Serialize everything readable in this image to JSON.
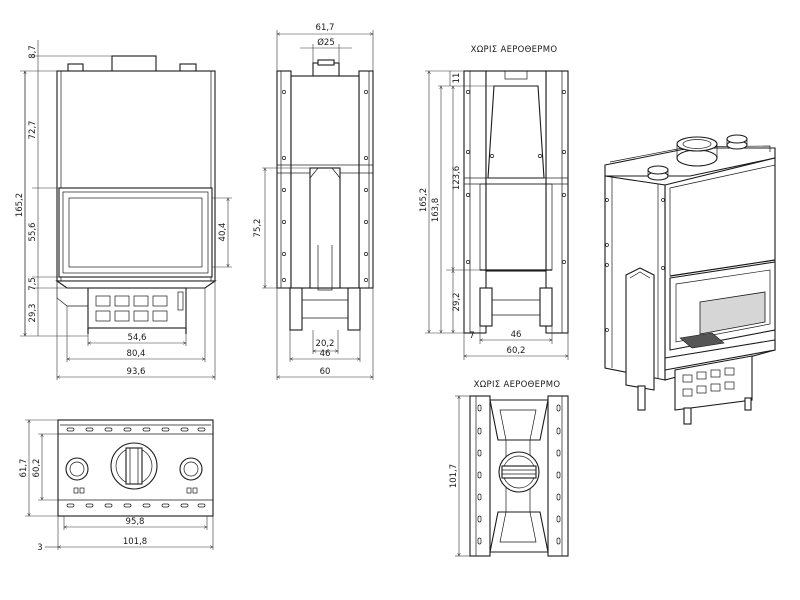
{
  "captions": {
    "no_heater_top": "ΧΩΡΙΣ ΑΕΡΟΘΕΡΜΟ",
    "no_heater_bottom": "ΧΩΡΙΣ ΑΕΡΟΘΕΡΜΟ"
  },
  "front_view": {
    "dim_top_offset": "8,7",
    "dim_upper": "72,7",
    "dim_total_height": "165,2",
    "dim_glass": "55,6",
    "dim_lower": "7,5",
    "dim_base": "29,3",
    "dim_glass_height": "40,4",
    "dim_inner_width": "54,6",
    "dim_mid_width": "80,4",
    "dim_total_width": "93,6"
  },
  "side_view": {
    "dim_depth": "61,7",
    "dim_flue": "Ø25",
    "dim_height": "75,2",
    "dim_base_inner": "20,2",
    "dim_base_mid": "46",
    "dim_base_total": "60"
  },
  "side_view_no_heater": {
    "dim_top_small": "11",
    "dim_total": "165,2",
    "dim_inner": "163,8",
    "dim_upper": "123,6",
    "dim_base": "29,2",
    "dim_offset": "7",
    "dim_mid": "46",
    "dim_total_width": "60,2"
  },
  "top_view": {
    "dim_depth": "61,7",
    "dim_inner_depth": "60,2",
    "dim_offset": "3",
    "dim_inner_width": "95,8",
    "dim_total_width": "101,8"
  },
  "top_view_no_heater": {
    "dim_length": "101,7"
  }
}
